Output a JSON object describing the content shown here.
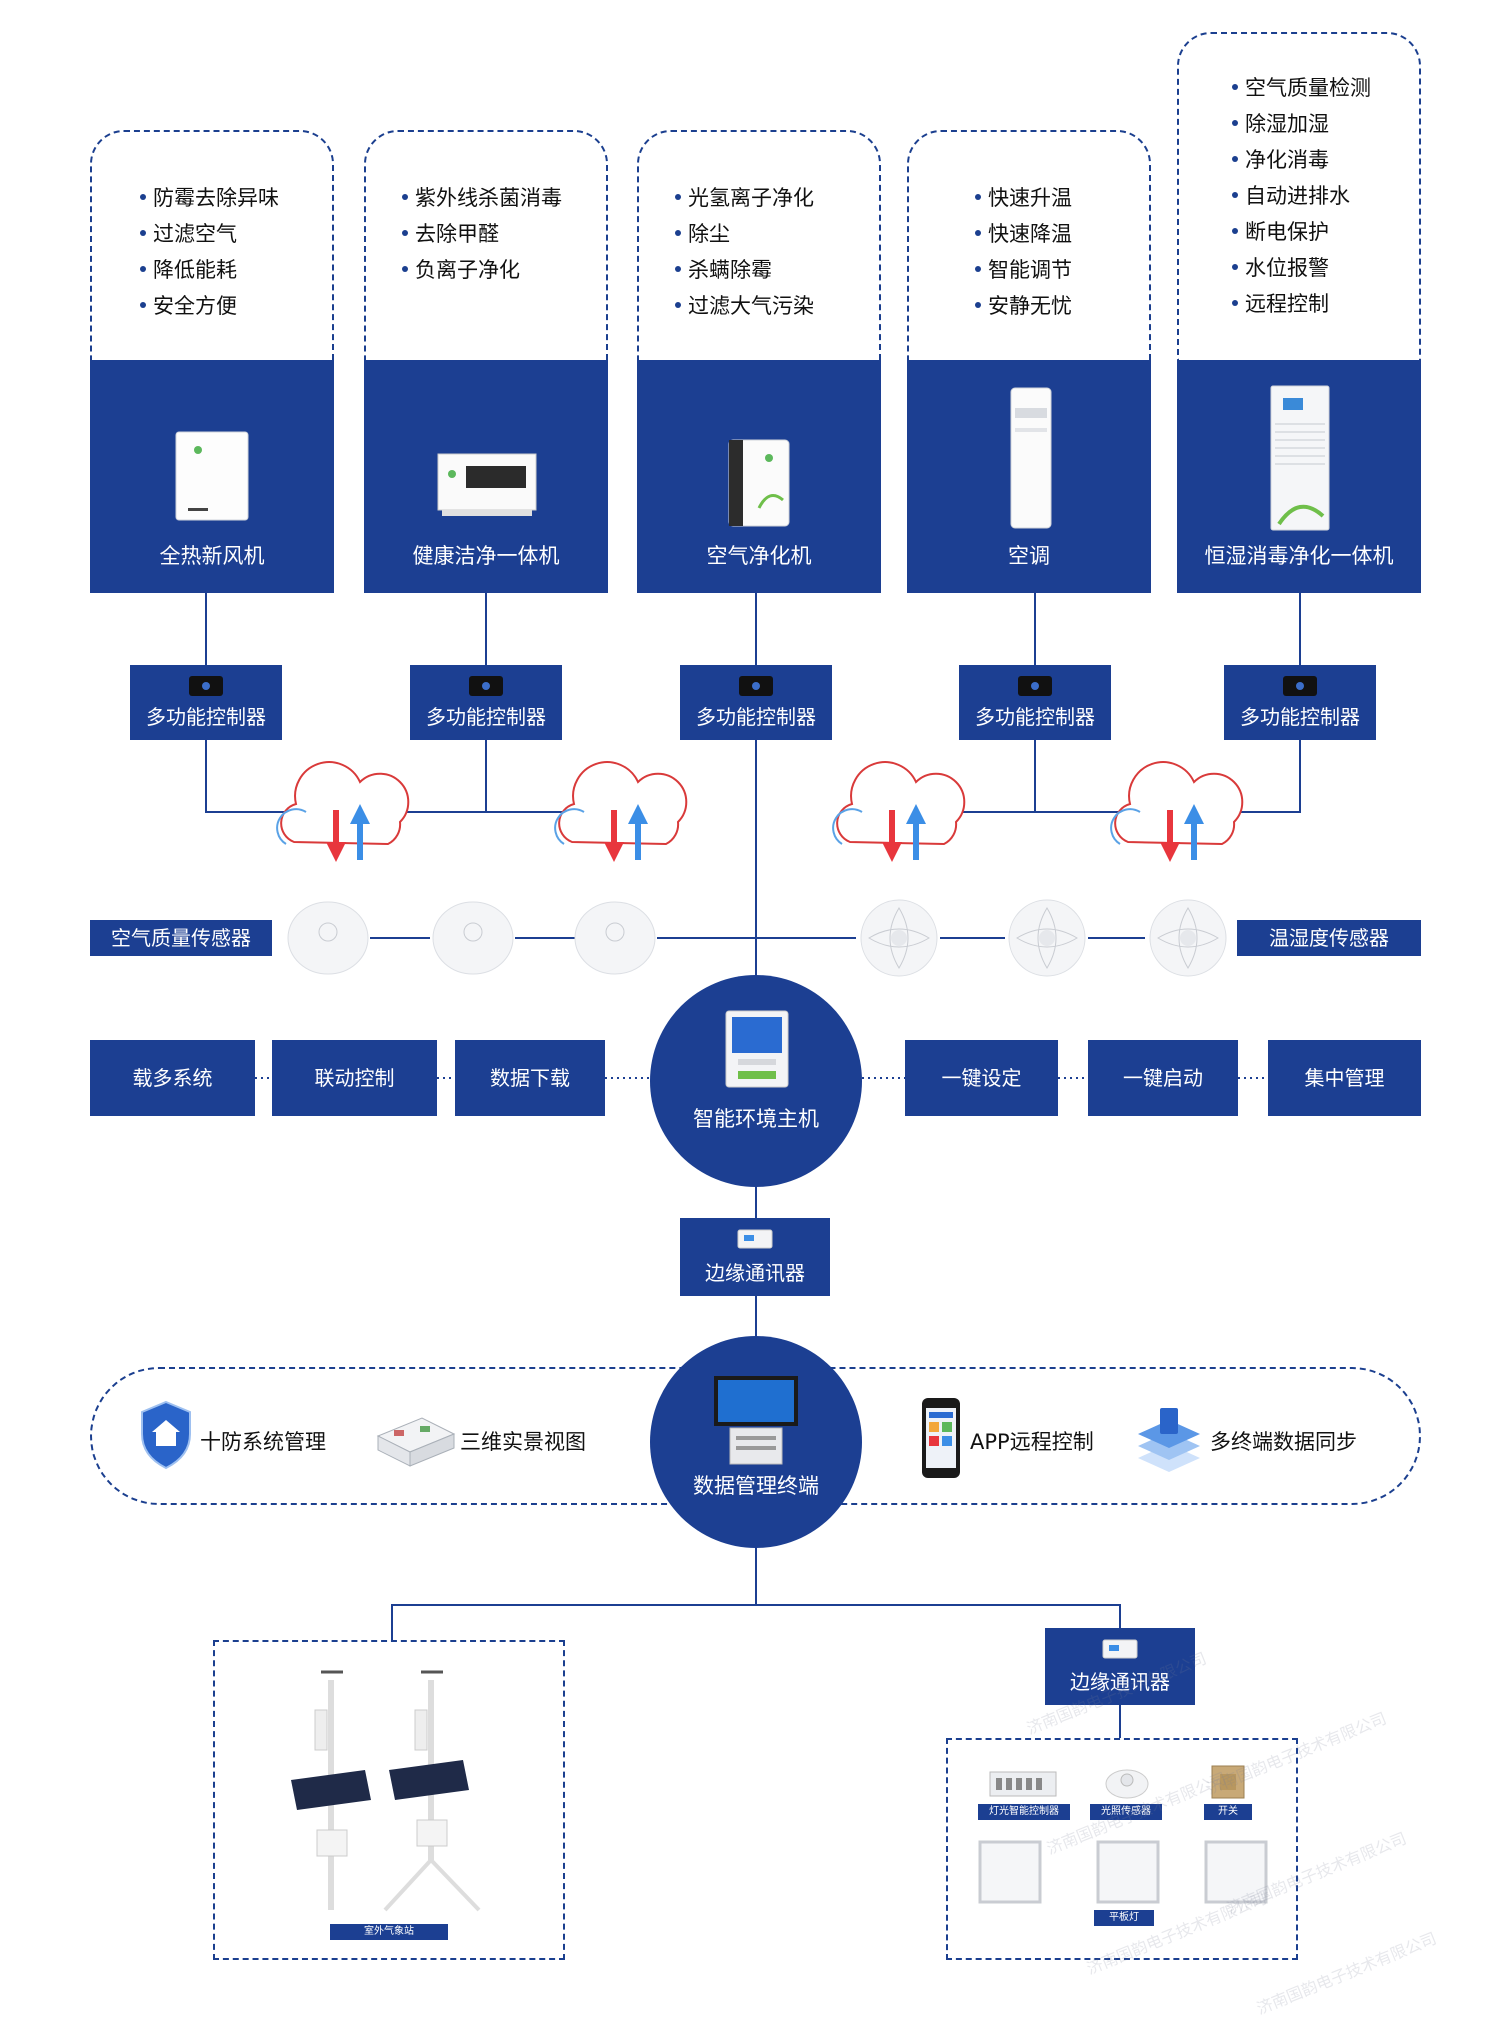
{
  "devices": [
    {
      "name": "全热新风机",
      "features": [
        "防霉去除异味",
        "过滤空气",
        "降低能耗",
        "安全方便"
      ]
    },
    {
      "name": "健康洁净一体机",
      "features": [
        "紫外线杀菌消毒",
        "去除甲醛",
        "负离子净化"
      ]
    },
    {
      "name": "空气净化机",
      "features": [
        "光氢离子净化",
        "除尘",
        "杀螨除霉",
        "过滤大气污染"
      ]
    },
    {
      "name": "空调",
      "features": [
        "快速升温",
        "快速降温",
        "智能调节",
        "安静无忧"
      ]
    },
    {
      "name": "恒湿消毒净化一体机",
      "features": [
        "空气质量检测",
        "除湿加湿",
        "净化消毒",
        "自动进排水",
        "断电保护",
        "水位报警",
        "远程控制"
      ]
    }
  ],
  "controller_label": "多功能控制器",
  "sensors": {
    "left_label": "空气质量传感器",
    "right_label": "温湿度传感器"
  },
  "host": {
    "name": "智能环境主机",
    "left_functions": [
      "载多系统",
      "联动控制",
      "数据下载"
    ],
    "right_functions": [
      "一键设定",
      "一键启动",
      "集中管理"
    ]
  },
  "edge_comm_label": "边缘通讯器",
  "terminal": {
    "name": "数据管理终端",
    "features": [
      "十防系统管理",
      "三维实景视图",
      "APP远程控制",
      "多终端数据同步"
    ]
  },
  "weather_station_label": "室外气象站",
  "lighting": {
    "edge_comm_label": "边缘通讯器",
    "items": [
      "灯光智能控制器",
      "光照传感器",
      "开关"
    ],
    "panel_label": "平板灯"
  },
  "watermark_text": "济南国韵电子技术有限公司",
  "colors": {
    "primary": "#1c3f92",
    "down_arrow": "#e8363d",
    "up_arrow": "#3b8ee6",
    "cloud_outline": "#d93a3a"
  }
}
